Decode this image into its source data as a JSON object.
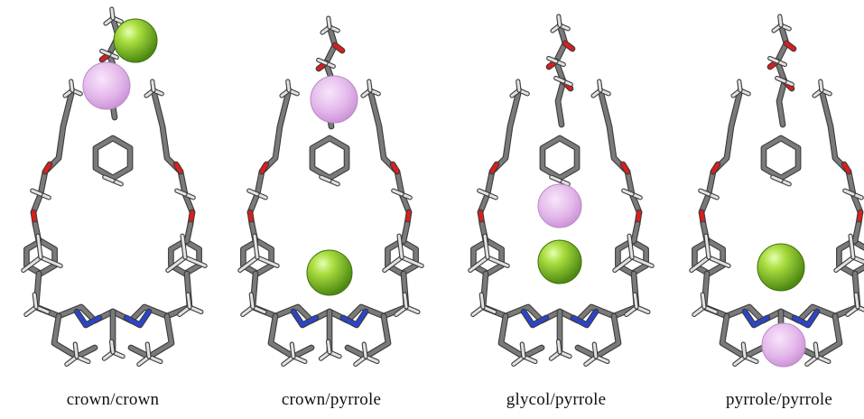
{
  "figure": {
    "panels": [
      {
        "id": "p1",
        "caption": "crown/crown",
        "colors": {
          "chloride": "#8cc63f",
          "bromide": "#e6b8ec"
        }
      },
      {
        "id": "p2",
        "caption": "crown/pyrrole"
      },
      {
        "id": "p3",
        "caption": "glycol/pyrrole"
      },
      {
        "id": "p4",
        "caption": "pyrrole/pyrrole"
      }
    ],
    "colors": {
      "carbon": "#7a7a7a",
      "hydrogen": "#e2e2e2",
      "oxygen": "#d61f1f",
      "nitrogen": "#2b45c8",
      "chloride_sphere": "#8cc63f",
      "bromide_sphere": "#e3b6ea"
    }
  }
}
